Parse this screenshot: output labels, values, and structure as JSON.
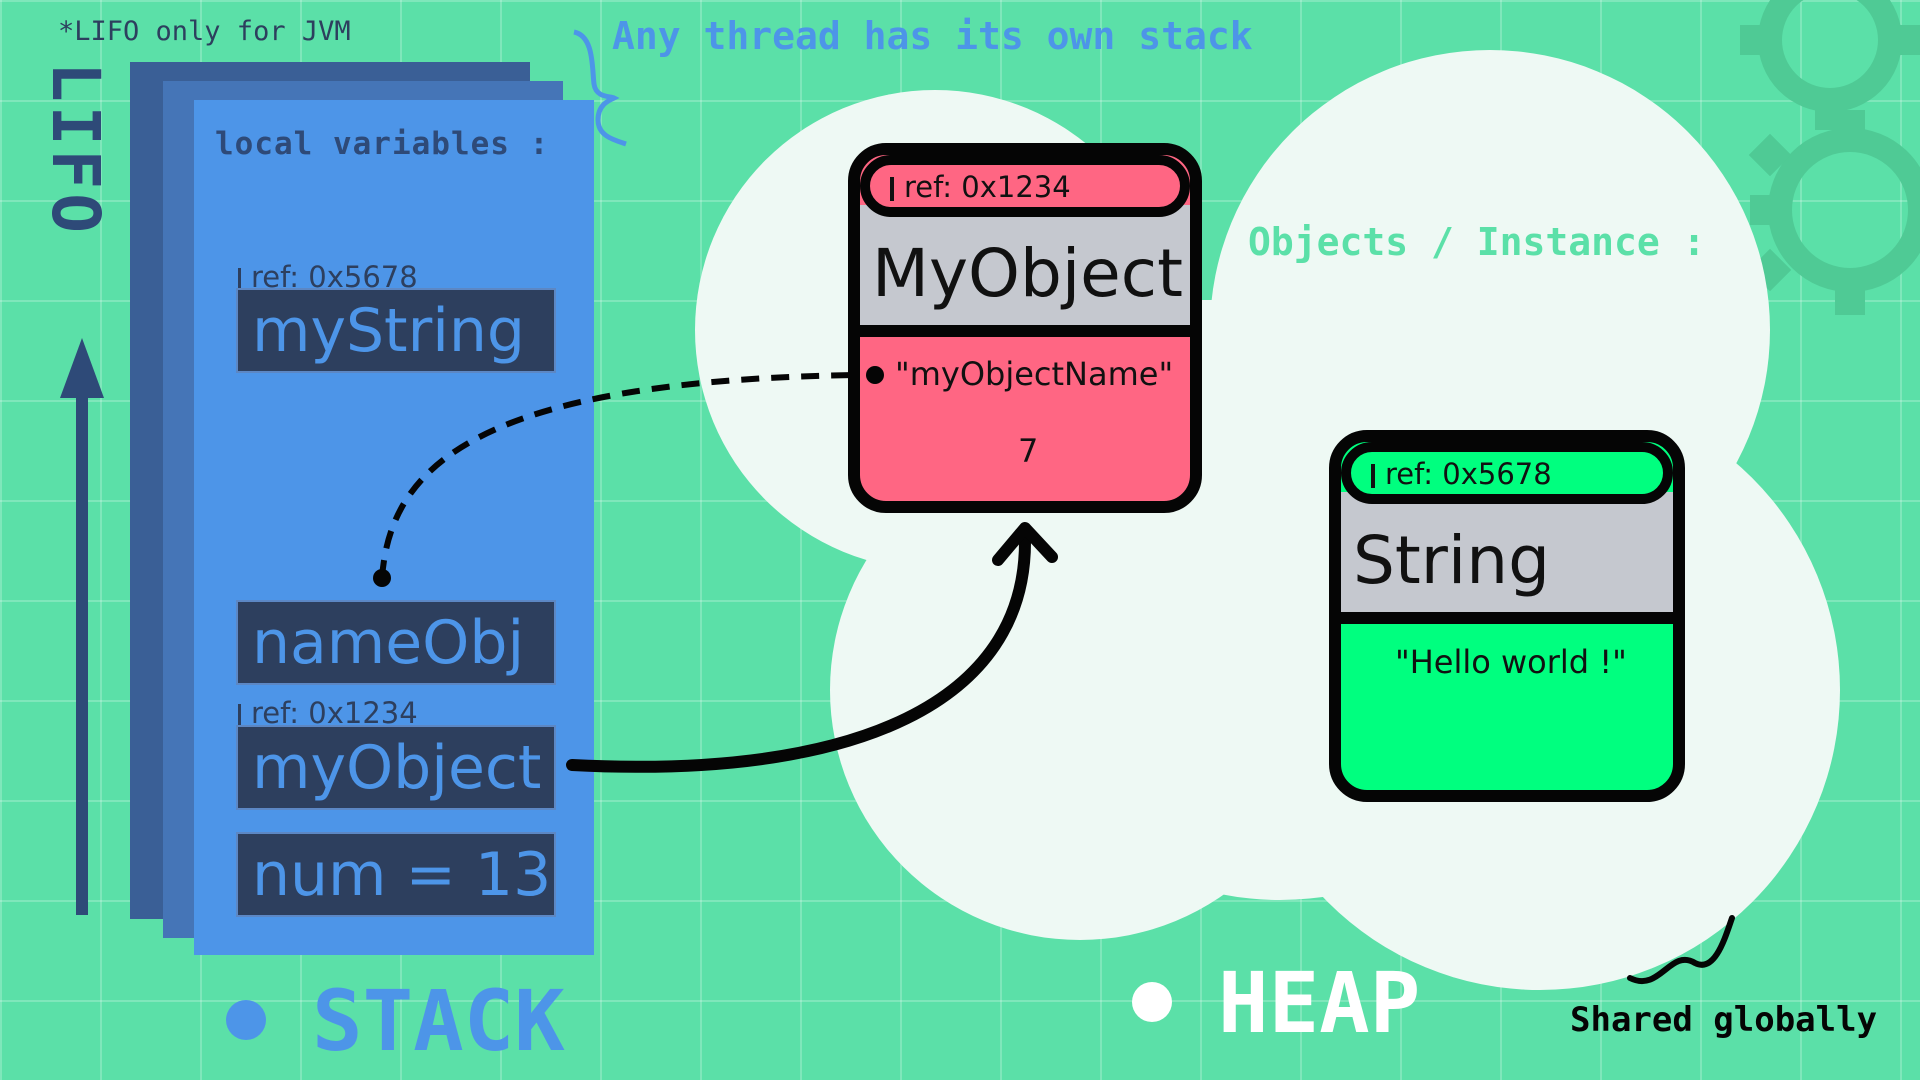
{
  "notes": {
    "lifo_note": "*LIFO only for JVM",
    "thread_note": "Any thread has its own stack",
    "lifo_vertical": "LIFO",
    "shared_globally": "Shared globally"
  },
  "stack": {
    "title": "local variables :",
    "section_label": "STACK",
    "variables": [
      {
        "ref": "ref: 0x5678",
        "name": "myString"
      },
      {
        "ref": "",
        "name": "nameObj"
      },
      {
        "ref": "ref: 0x1234",
        "name": "myObject"
      },
      {
        "ref": "",
        "name": "num = 13"
      }
    ]
  },
  "heap": {
    "section_label": "HEAP",
    "title": "Objects / Instance :",
    "objects": [
      {
        "ref": "ref: 0x1234",
        "type": "MyObject",
        "fields": [
          "\"myObjectName\"",
          "7"
        ],
        "color": "#ff6683"
      },
      {
        "ref": "ref: 0x5678",
        "type": "String",
        "fields": [
          "\"Hello world !\""
        ],
        "color": "#00ff7f"
      }
    ]
  },
  "colors": {
    "background": "#5be0a8",
    "stack_blue": "#4d95e8",
    "stack_dark": "#2d3f5e",
    "object_pink": "#ff6683",
    "object_green": "#00ff7f",
    "cloud": "#eef9f4"
  }
}
